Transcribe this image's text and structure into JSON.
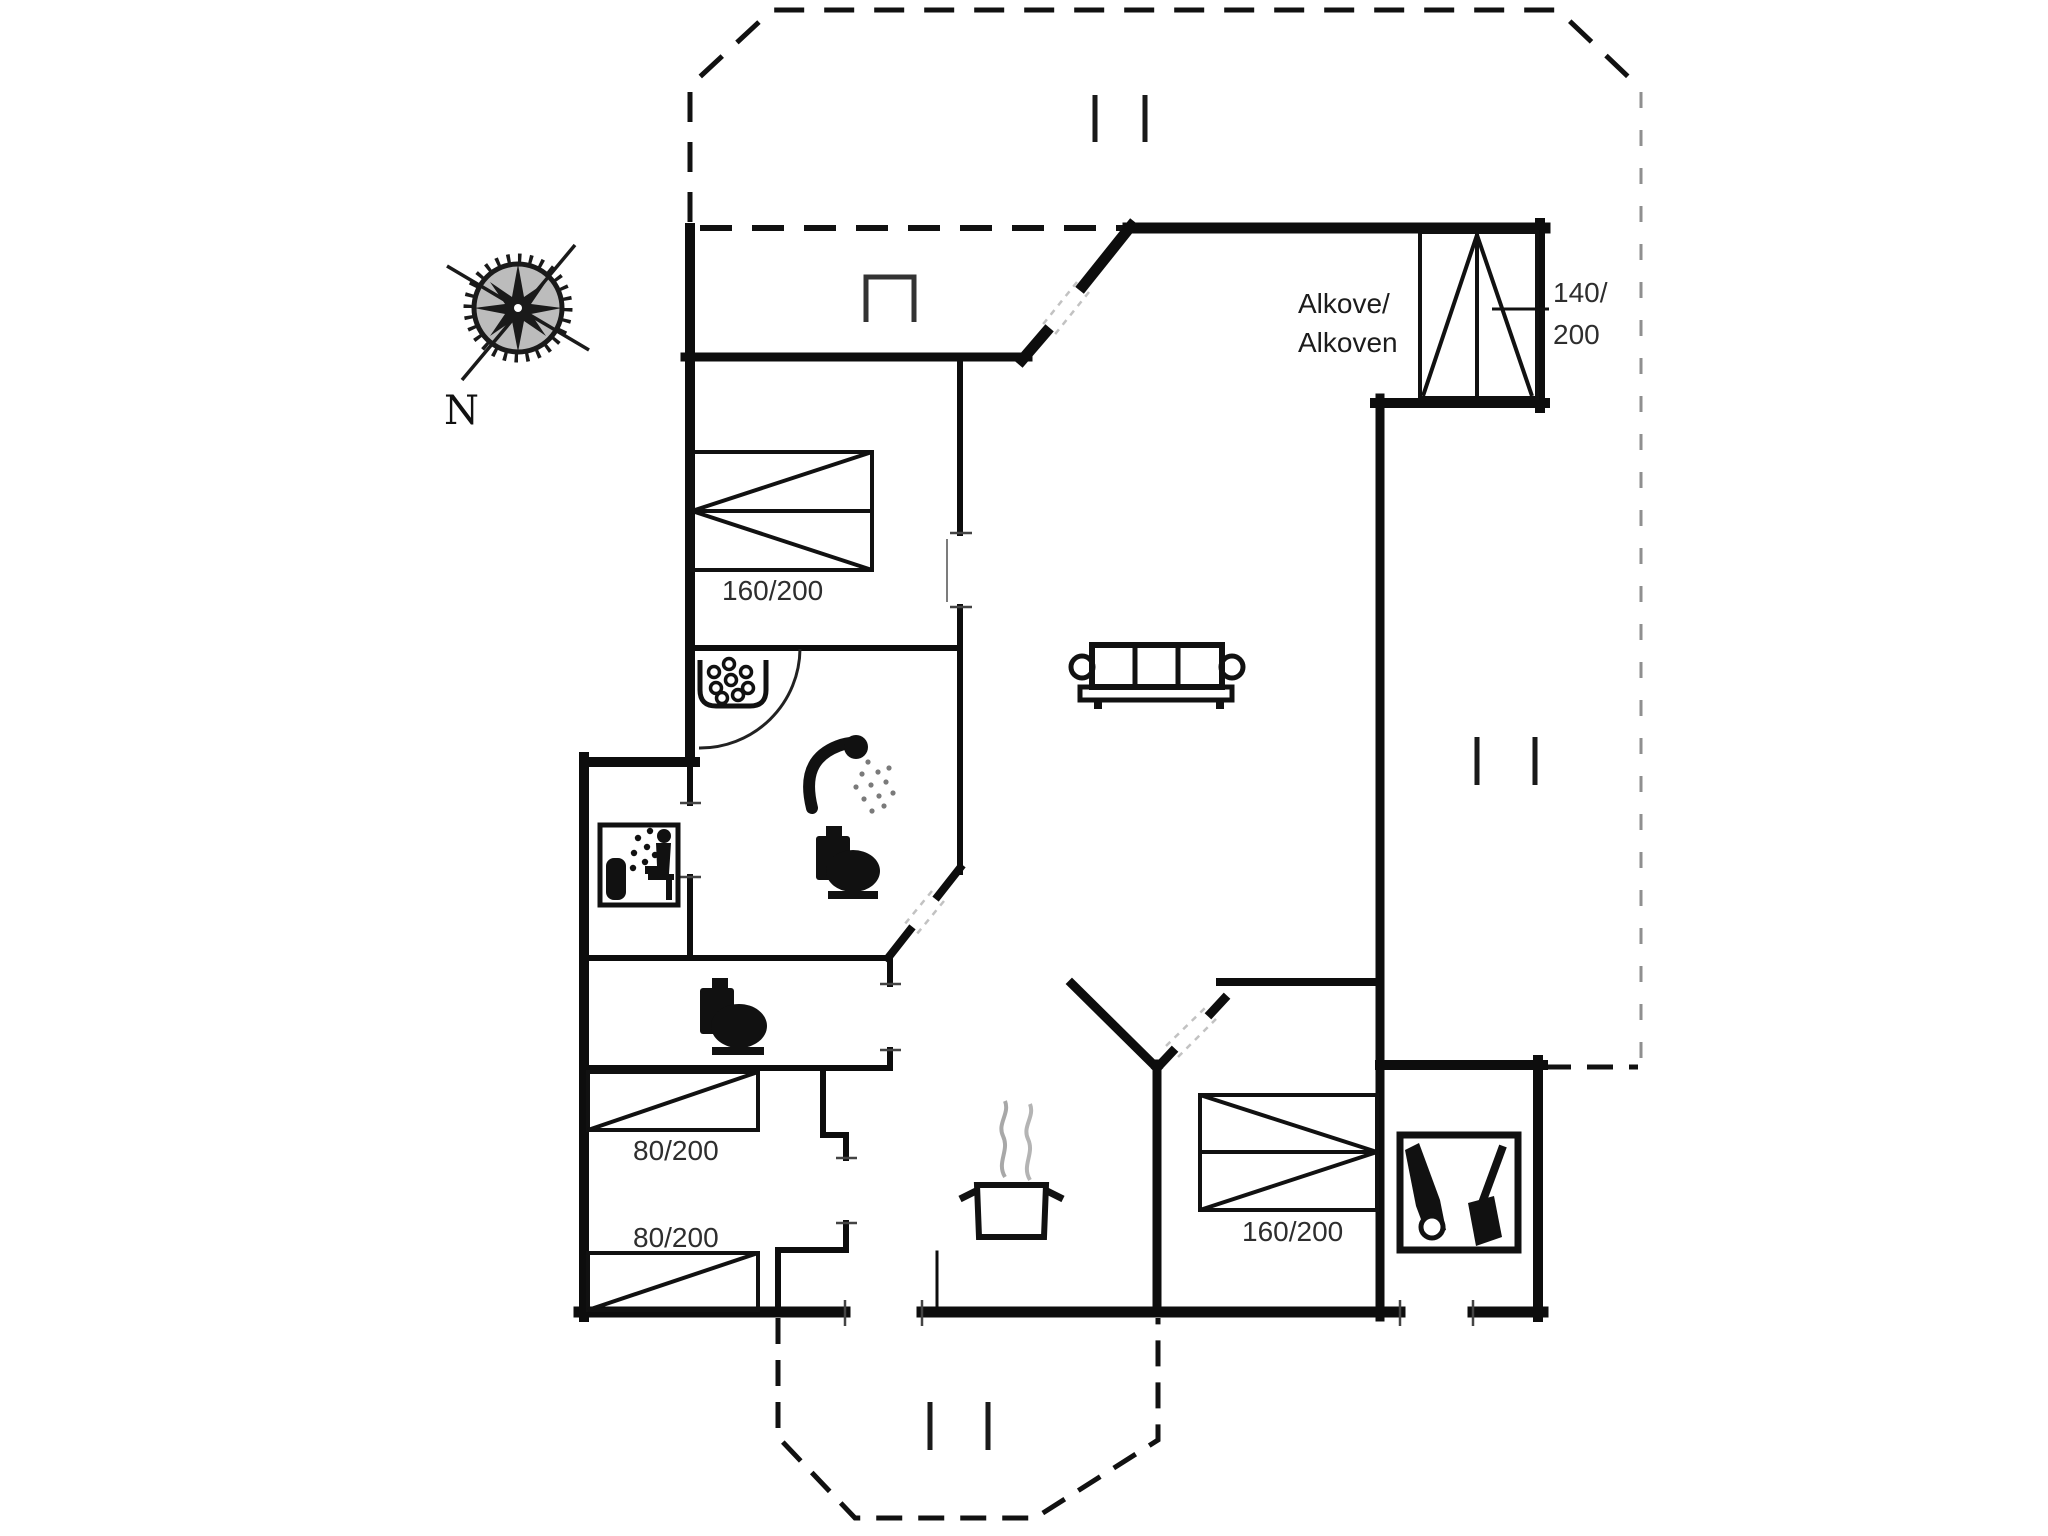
{
  "document": {
    "kind": "floor-plan-drawing",
    "background": "#ffffff"
  },
  "compass": {
    "label": "N"
  },
  "alcove": {
    "name_line1": "Alkove/",
    "name_line2": "Alkoven",
    "size_line1": "140/",
    "size_line2": "200"
  },
  "beds": {
    "double_northwest": "160/200",
    "double_southeast": "160/200",
    "single_upper": "80/200",
    "single_lower": "80/200"
  },
  "icons": {
    "compass": "compass-rose-icon",
    "sofa": "sofa-icon",
    "shower": "shower-icon",
    "toilet_bath": "toilet-icon",
    "toilet_wc": "toilet-icon",
    "washbasin": "washbasin-icon",
    "sauna": "sauna-icon",
    "cooking_pot": "cooking-pot-icon",
    "stove_tools": "wood-stove-tools-icon",
    "porch_marker": "porch-marker",
    "beds": "bed-symbol",
    "terrace": "dashed-terrace-outline",
    "window_markers": "terrace-step-marker"
  },
  "colors": {
    "ink": "#111111",
    "wall": "#0d0d0d",
    "label": "#2e2e2e",
    "steam": "#a8a8a8",
    "dash_light": "#8f8f8f",
    "door_band": "#c2c2c2"
  }
}
